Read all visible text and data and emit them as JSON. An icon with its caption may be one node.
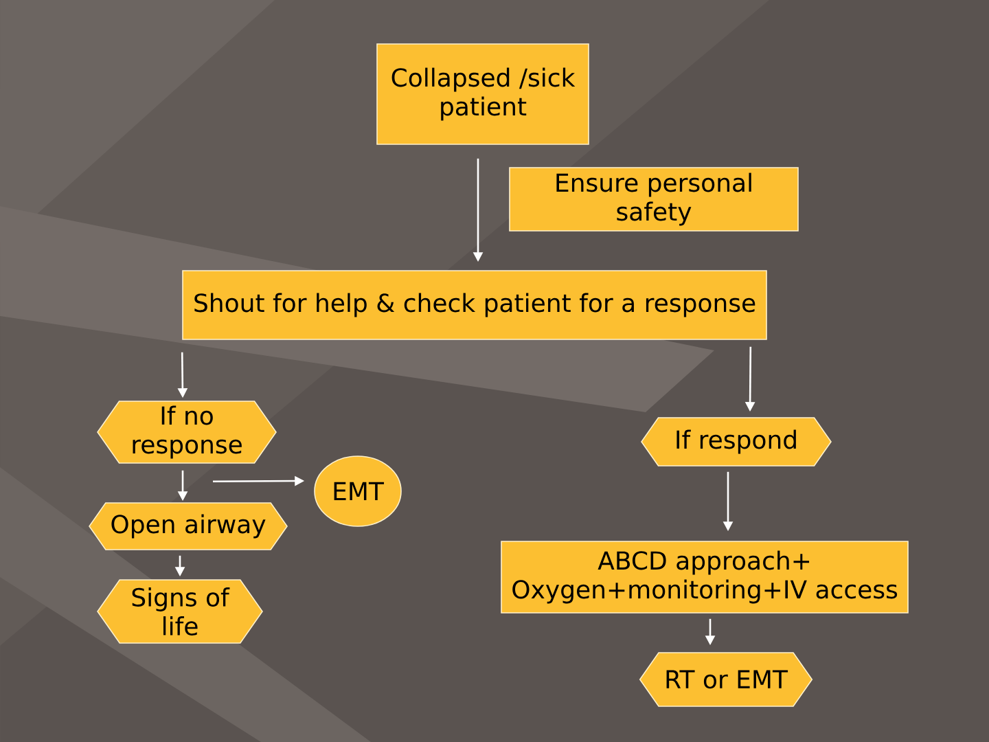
{
  "diagram": {
    "nodes": [
      {
        "text": [
          "Collapsed /sick patient"
        ]
      },
      {
        "text": [
          "Ensure personal safety"
        ]
      },
      {
        "text": [
          "Shout for help & check patient for a response"
        ]
      },
      {
        "text": [
          "If no response"
        ]
      },
      {
        "text": [
          "If respond"
        ]
      },
      {
        "text": [
          "EMT"
        ]
      },
      {
        "text": [
          "Open airway"
        ]
      },
      {
        "text": [
          "ABCD approach+ Oxygen+monitoring+IV access"
        ]
      },
      {
        "text": [
          "Signs of life"
        ]
      },
      {
        "text": [
          "RT or EMT"
        ]
      }
    ],
    "edges": [
      {
        "from": 0,
        "to": 2,
        "arrow": "to"
      },
      {
        "from": 2,
        "to": 3,
        "arrow": "to"
      },
      {
        "from": 2,
        "to": 4,
        "arrow": "to"
      },
      {
        "from": 3,
        "to": 6,
        "arrow": "to"
      },
      {
        "from": 3,
        "to": 5,
        "arrow": "to"
      },
      {
        "from": 4,
        "to": 7,
        "arrow": "to"
      },
      {
        "from": 6,
        "to": 8,
        "arrow": "to"
      },
      {
        "from": 7,
        "to": 9,
        "arrow": "to"
      }
    ]
  }
}
